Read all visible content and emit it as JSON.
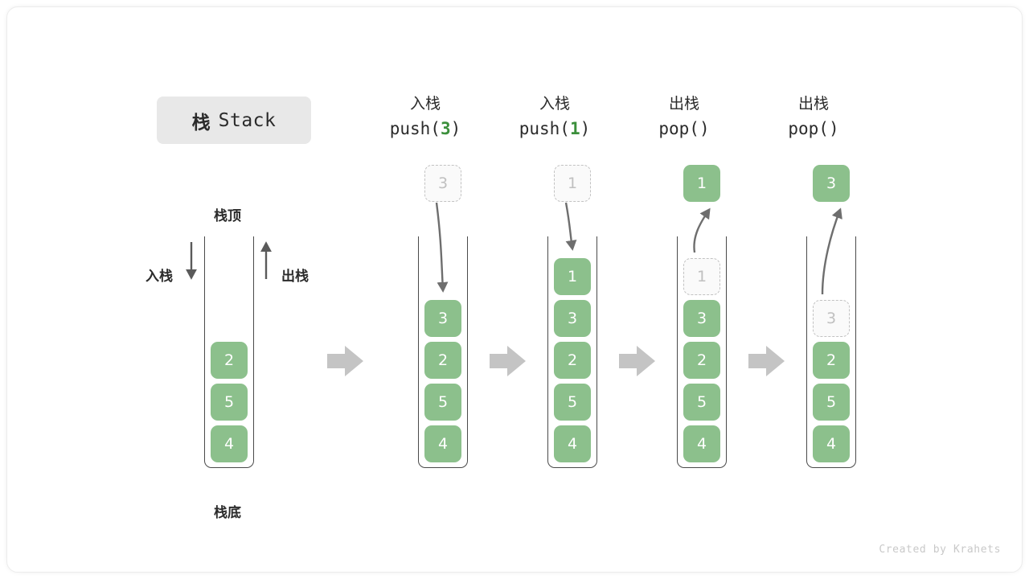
{
  "title": {
    "cjk": "栈",
    "latin": "Stack"
  },
  "footer": "Created by Krahets",
  "legend": {
    "top_label": "栈顶",
    "bottom_label": "栈底",
    "push_label": "入栈",
    "pop_label": "出栈"
  },
  "colors": {
    "cell_green": "#8cc08c",
    "arg_green": "#3b8f3b",
    "ghost_gray": "#c2c2c2",
    "arrow_gray": "#c4c4c4",
    "border_dark": "#4a4a4a",
    "chip_gray": "#e8e8e8"
  },
  "columns": [
    {
      "id": "initial",
      "op": "",
      "fn": "",
      "fn_arg": "",
      "floating": null,
      "stack": [
        {
          "value": "2",
          "state": "solid"
        },
        {
          "value": "5",
          "state": "solid"
        },
        {
          "value": "4",
          "state": "solid"
        }
      ]
    },
    {
      "id": "push-3",
      "op": "入栈",
      "fn_prefix": "push(",
      "fn_arg": "3",
      "fn_suffix": ")",
      "floating": {
        "value": "3",
        "state": "ghost"
      },
      "stack": [
        {
          "value": "3",
          "state": "solid"
        },
        {
          "value": "2",
          "state": "solid"
        },
        {
          "value": "5",
          "state": "solid"
        },
        {
          "value": "4",
          "state": "solid"
        }
      ]
    },
    {
      "id": "push-1",
      "op": "入栈",
      "fn_prefix": "push(",
      "fn_arg": "1",
      "fn_suffix": ")",
      "floating": {
        "value": "1",
        "state": "ghost"
      },
      "stack": [
        {
          "value": "1",
          "state": "solid"
        },
        {
          "value": "3",
          "state": "solid"
        },
        {
          "value": "2",
          "state": "solid"
        },
        {
          "value": "5",
          "state": "solid"
        },
        {
          "value": "4",
          "state": "solid"
        }
      ]
    },
    {
      "id": "pop-1",
      "op": "出栈",
      "fn_prefix": "pop(",
      "fn_arg": "",
      "fn_suffix": ")",
      "floating": {
        "value": "1",
        "state": "solid"
      },
      "stack": [
        {
          "value": "1",
          "state": "ghost"
        },
        {
          "value": "3",
          "state": "solid"
        },
        {
          "value": "2",
          "state": "solid"
        },
        {
          "value": "5",
          "state": "solid"
        },
        {
          "value": "4",
          "state": "solid"
        }
      ]
    },
    {
      "id": "pop-3",
      "op": "出栈",
      "fn_prefix": "pop(",
      "fn_arg": "",
      "fn_suffix": ")",
      "floating": {
        "value": "3",
        "state": "solid"
      },
      "stack": [
        {
          "value": "3",
          "state": "ghost"
        },
        {
          "value": "2",
          "state": "solid"
        },
        {
          "value": "5",
          "state": "solid"
        },
        {
          "value": "4",
          "state": "solid"
        }
      ]
    }
  ]
}
